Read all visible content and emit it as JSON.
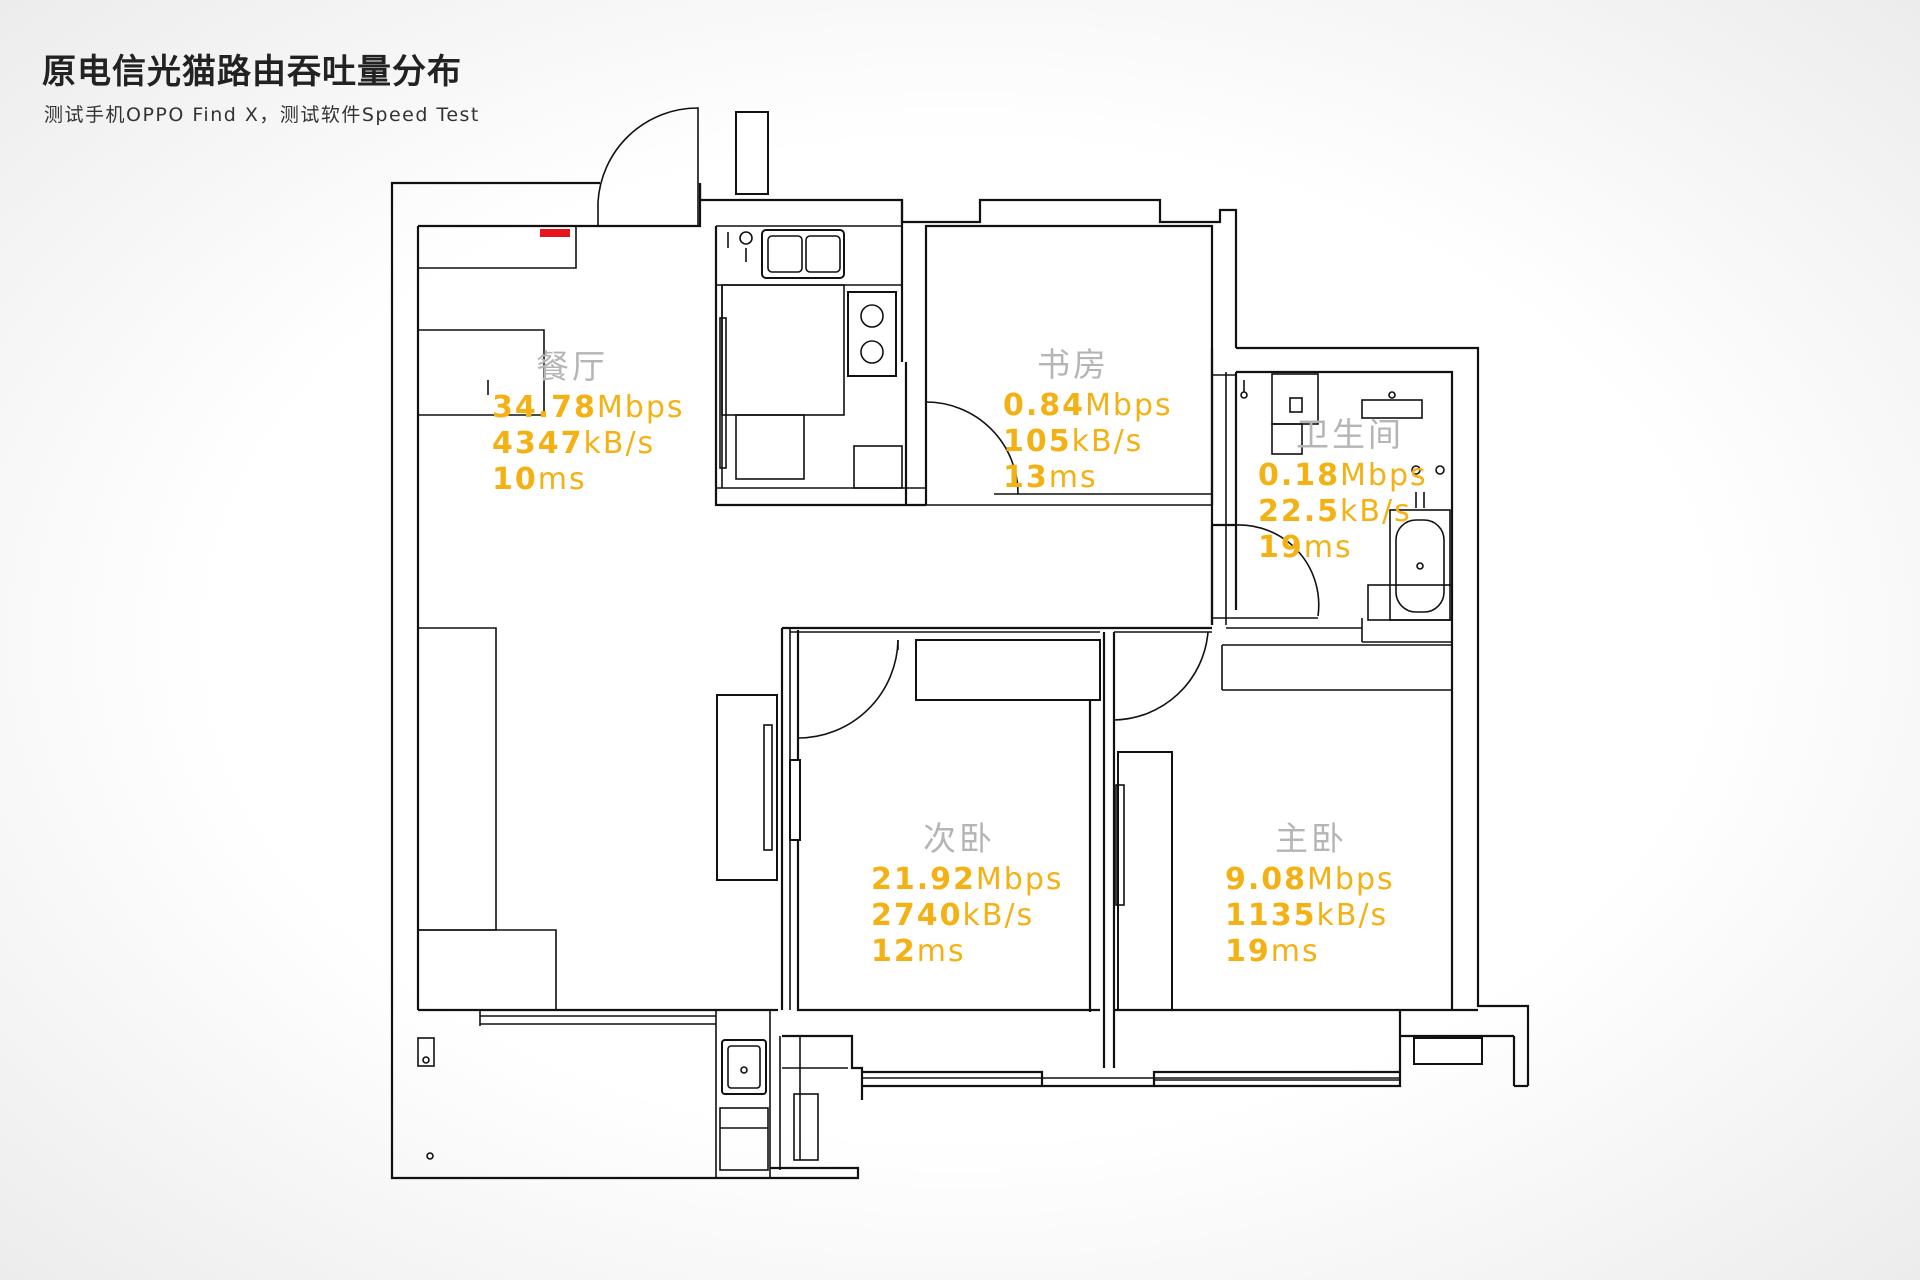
{
  "header": {
    "title": "原电信光猫路由吞吐量分布",
    "subtitle": "测试手机OPPO Find X，测试软件Speed Test"
  },
  "colors": {
    "metric": "#f4b114",
    "room_name": "#b5b5b5",
    "router_marker": "#e8141b"
  },
  "rooms": [
    {
      "name": "餐厅",
      "speed": "34.78",
      "speed_unit": "Mbps",
      "rate": "4347",
      "rate_unit": "kB/s",
      "latency": "10",
      "latency_unit": "ms"
    },
    {
      "name": "书房",
      "speed": "0.84",
      "speed_unit": "Mbps",
      "rate": "105",
      "rate_unit": "kB/s",
      "latency": "13",
      "latency_unit": "ms"
    },
    {
      "name": "卫生间",
      "speed": "0.18",
      "speed_unit": "Mbps",
      "rate": "22.5",
      "rate_unit": "kB/s",
      "latency": "19",
      "latency_unit": "ms"
    },
    {
      "name": "次卧",
      "speed": "21.92",
      "speed_unit": "Mbps",
      "rate": "2740",
      "rate_unit": "kB/s",
      "latency": "12",
      "latency_unit": "ms"
    },
    {
      "name": "主卧",
      "speed": "9.08",
      "speed_unit": "Mbps",
      "rate": "1135",
      "rate_unit": "kB/s",
      "latency": "19",
      "latency_unit": "ms"
    }
  ]
}
